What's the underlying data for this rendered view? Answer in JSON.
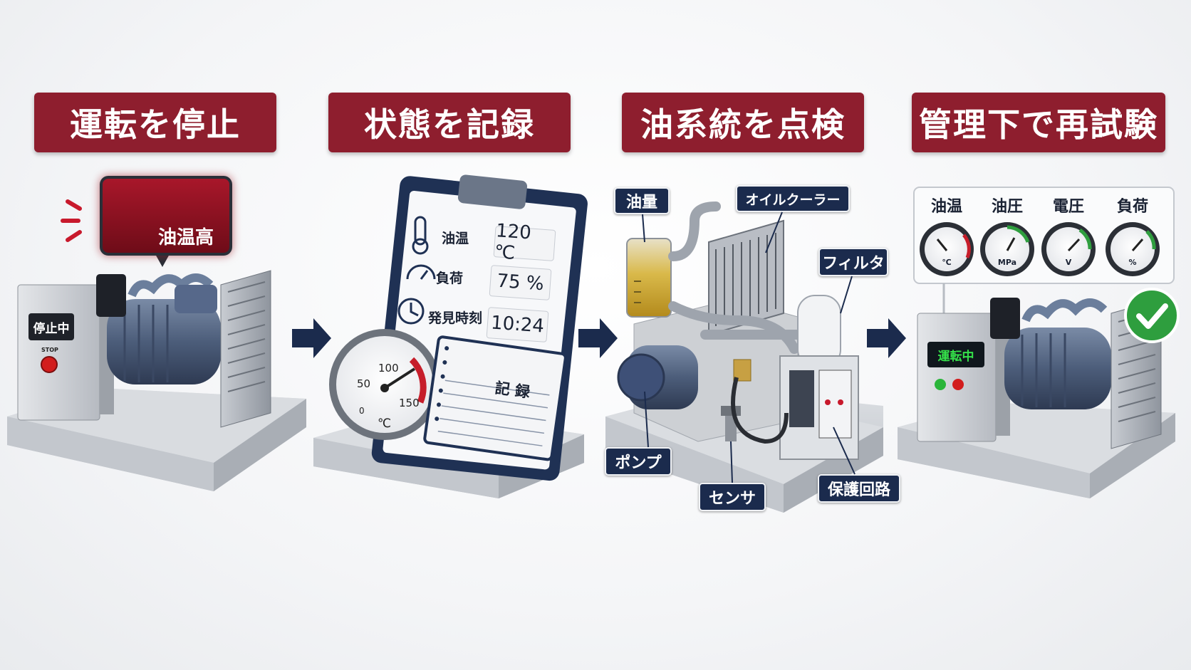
{
  "steps": [
    {
      "title": "運転を停止"
    },
    {
      "title": "状態を記録"
    },
    {
      "title": "油系統を点検"
    },
    {
      "title": "管理下で再試験"
    }
  ],
  "step1": {
    "alarm_text": "油温高",
    "panel_display": "停止中",
    "stop_button_label": "STOP"
  },
  "step2": {
    "rows": [
      {
        "label": "油温",
        "value": "120 ℃",
        "icon": "thermometer-icon"
      },
      {
        "label": "負荷",
        "value": "75 %",
        "icon": "speedometer-icon"
      },
      {
        "label": "発見時刻",
        "value": "10:24",
        "icon": "clock-icon"
      }
    ],
    "gauge_ticks": [
      "50",
      "100",
      "150",
      "0"
    ],
    "gauge_unit": "℃",
    "notebook_title": "記 録"
  },
  "step3": {
    "callouts": [
      "油量",
      "オイルクーラー",
      "フィルタ",
      "ポンプ",
      "センサ",
      "保護回路"
    ]
  },
  "step4": {
    "gauges": [
      {
        "label": "油温",
        "unit": "℃"
      },
      {
        "label": "油圧",
        "unit": "MPa"
      },
      {
        "label": "電圧",
        "unit": "V"
      },
      {
        "label": "負荷",
        "unit": "%"
      }
    ],
    "panel_display": "運転中",
    "status": "check-icon"
  },
  "colors": {
    "title_bg": "#8e1e2e",
    "callout_bg": "#1b2b4d",
    "arrow": "#1b2b4d",
    "ok_green": "#2e9e3e",
    "alarm_red": "#a8172a"
  }
}
